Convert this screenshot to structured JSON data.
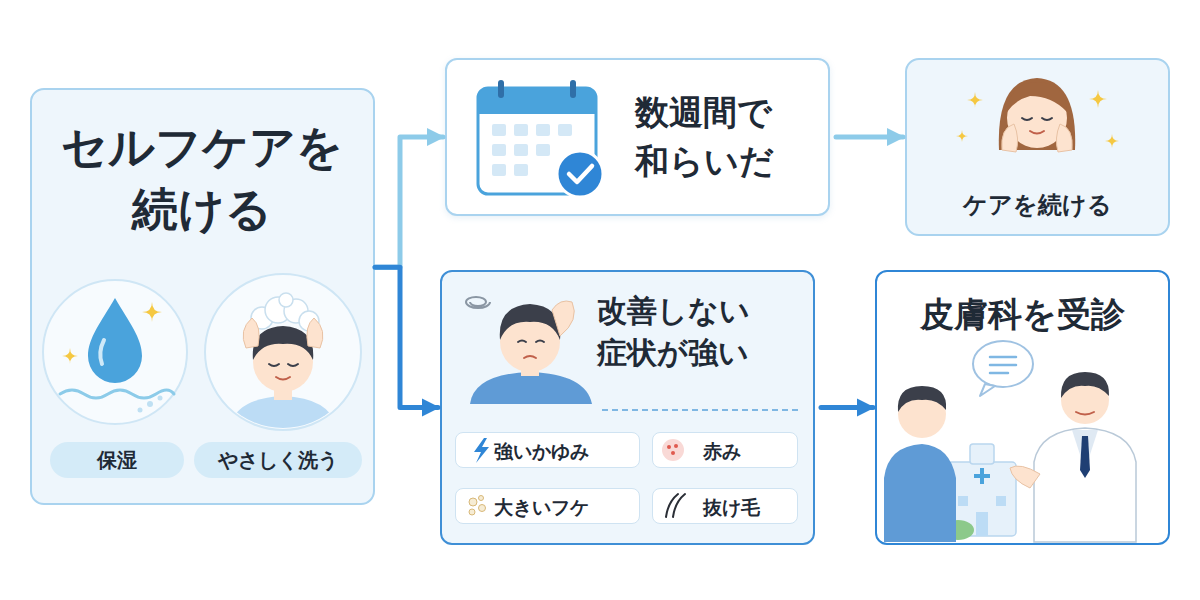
{
  "diagram": {
    "nodes": [
      {
        "text": [
          "セルフケアを 続ける"
        ]
      },
      {
        "text": [
          "保湿"
        ],
        "in": 0
      },
      {
        "text": [
          "やさしく洗う"
        ],
        "in": 0
      },
      {
        "text": [
          "数週間で 和らいだ"
        ]
      },
      {
        "text": [
          "ケアを続ける"
        ]
      },
      {
        "text": [
          "改善しない 症状が強い"
        ]
      },
      {
        "text": [
          "強いかゆみ"
        ],
        "in": 5
      },
      {
        "text": [
          "赤み"
        ],
        "in": 5
      },
      {
        "text": [
          "大きいフケ"
        ],
        "in": 5
      },
      {
        "text": [
          "抜け毛"
        ],
        "in": 5
      },
      {
        "text": [
          "皮膚科を受診"
        ]
      }
    ],
    "edges": [
      {
        "from": 0,
        "to": 3,
        "arrow": "to"
      },
      {
        "from": 3,
        "to": 4,
        "arrow": "to"
      },
      {
        "from": 0,
        "to": 5,
        "arrow": "to"
      },
      {
        "from": 5,
        "to": 10,
        "arrow": "to"
      }
    ]
  }
}
